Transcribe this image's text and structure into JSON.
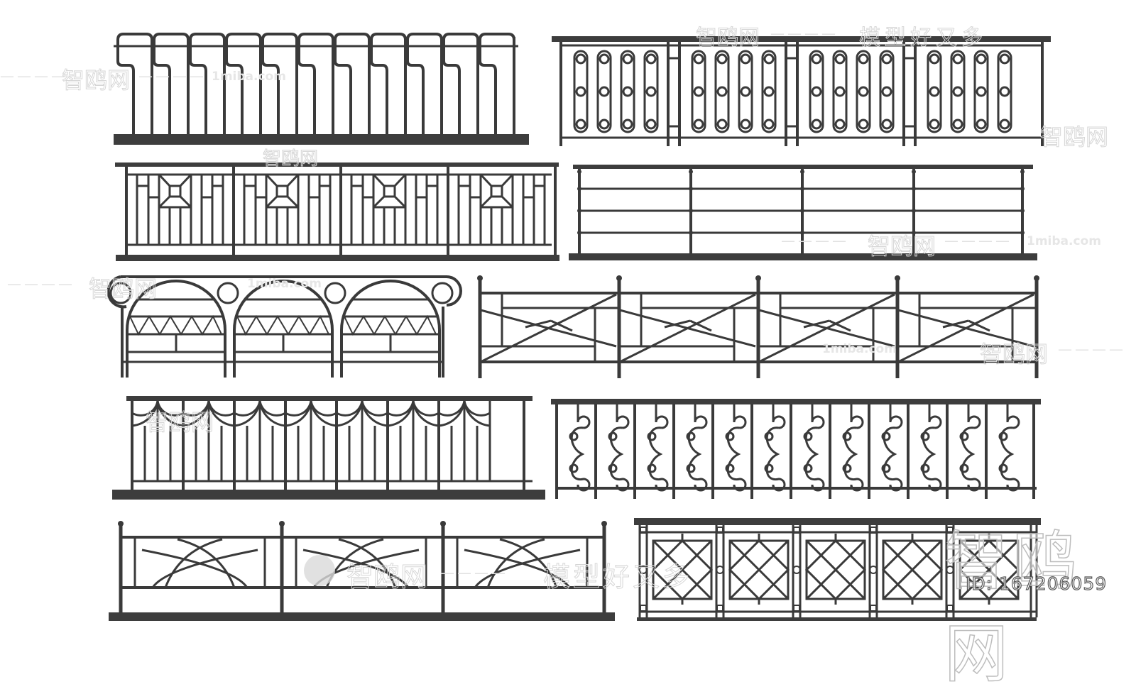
{
  "image": {
    "description": "Catalog sheet of ten wrought-iron balustrade / railing elevation designs",
    "background": "#ffffff",
    "stroke_color": "#3a3a3a",
    "base_color": "#3d3d3d"
  },
  "railings": [
    {
      "id": 1,
      "name": "bent-tube-railing",
      "label": "Bent tube pickets"
    },
    {
      "id": 2,
      "name": "oval-ring-baluster-railing",
      "label": "Oval ring balusters"
    },
    {
      "id": 3,
      "name": "square-medallion-railing",
      "label": "Square medallion panels"
    },
    {
      "id": 4,
      "name": "horizontal-bar-railing",
      "label": "Horizontal bar rails"
    },
    {
      "id": 5,
      "name": "arched-circle-railing",
      "label": "Arches with circles and zigzag"
    },
    {
      "id": 6,
      "name": "diagonal-cross-railing",
      "label": "Diagonal cross panels"
    },
    {
      "id": 7,
      "name": "fan-arc-railing",
      "label": "Fan arc pickets"
    },
    {
      "id": 8,
      "name": "scroll-railing",
      "label": "Scroll work panels"
    },
    {
      "id": 9,
      "name": "crossed-arc-railing",
      "label": "Crossed arc panels"
    },
    {
      "id": 10,
      "name": "diamond-lattice-railing",
      "label": "Diamond lattice panels"
    }
  ],
  "watermarks": {
    "brand": "智鸥网",
    "slogan": "模型好又多",
    "url": "1miba.com",
    "dashes": "————",
    "id_text": "ID: 167206059"
  }
}
